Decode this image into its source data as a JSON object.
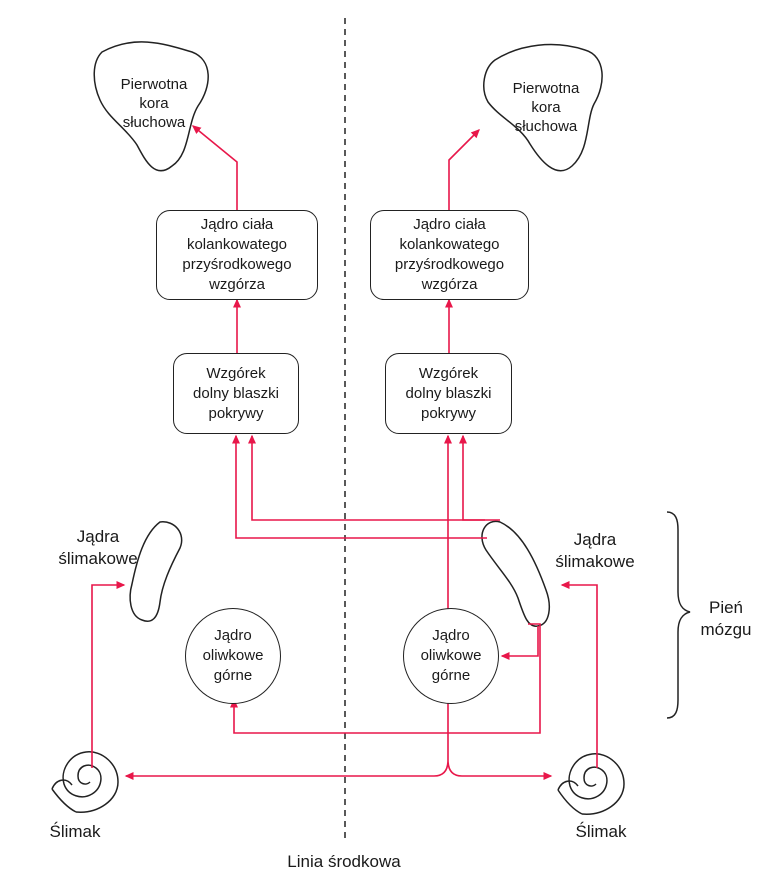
{
  "labels": {
    "cortex": "Pierwotna\nkora\nsłuchowa",
    "mgn": "Jądro ciała\nkolankowatego\nprzyśrodkowego\nwzgórza",
    "ic": "Wzgórek\ndolny blaszki\npokrywy",
    "cochlear_nuclei": "Jądra\nślimakowe",
    "superior_olive": "Jądro\noliwkowe\ngórne",
    "cochlea": "Ślimak",
    "brainstem": "Pień\nmózgu",
    "midline": "Linia środkowa"
  },
  "colors": {
    "pathway": "#e8174a",
    "outline": "#222222",
    "midline": "#222222"
  }
}
